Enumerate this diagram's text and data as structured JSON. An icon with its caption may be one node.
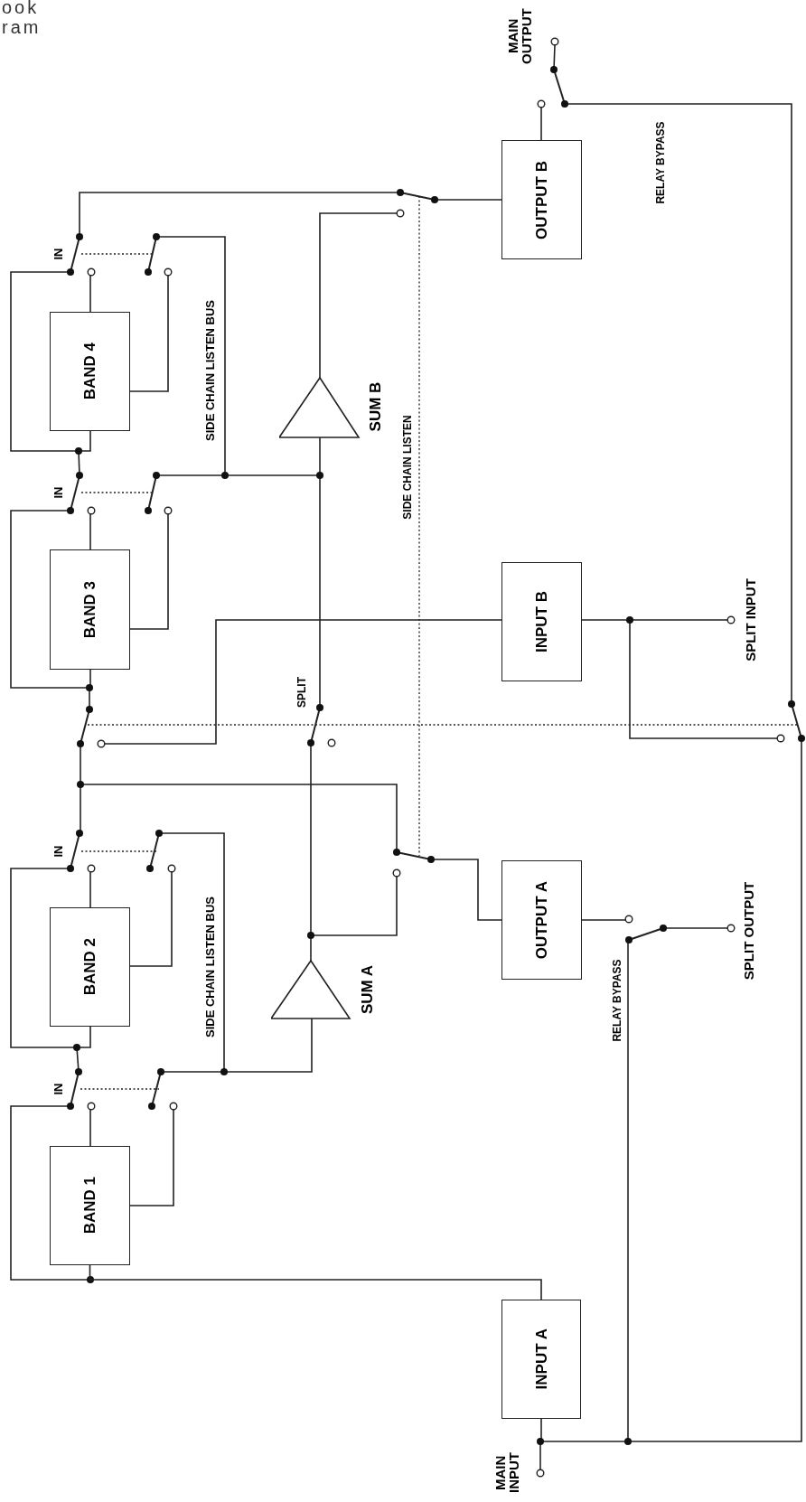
{
  "diagram": {
    "nodes": [
      {
        "text": [
          "BAND 4"
        ]
      },
      {
        "text": [
          "SUM B"
        ]
      },
      {
        "text": [
          "OUTPUT B"
        ]
      },
      {
        "text": [
          "BAND 3"
        ]
      },
      {
        "text": [
          "INPUT B"
        ]
      },
      {
        "text": [
          "BAND 2"
        ]
      },
      {
        "text": [
          "SUM A"
        ]
      },
      {
        "text": [
          "OUTPUT A"
        ]
      },
      {
        "text": [
          "BAND 1"
        ]
      },
      {
        "text": [
          "INPUT A"
        ]
      }
    ],
    "edges": [
      {
        "from": 8,
        "to": 9,
        "arrow": "none"
      }
    ],
    "labels": [
      "ook",
      "ram",
      "MAIN OUTPUT",
      "IN",
      "RELAY BYPASS",
      "SIDE CHAIN LISTEN BUS",
      "SIDE CHAIN LISTEN",
      "IN",
      "SPLIT",
      "SPLIT INPUT",
      "IN",
      "SIDE CHAIN LISTEN BUS",
      "SPLIT OUTPUT",
      "RELAY BYPASS",
      "IN",
      "MAIN INPUT"
    ]
  }
}
